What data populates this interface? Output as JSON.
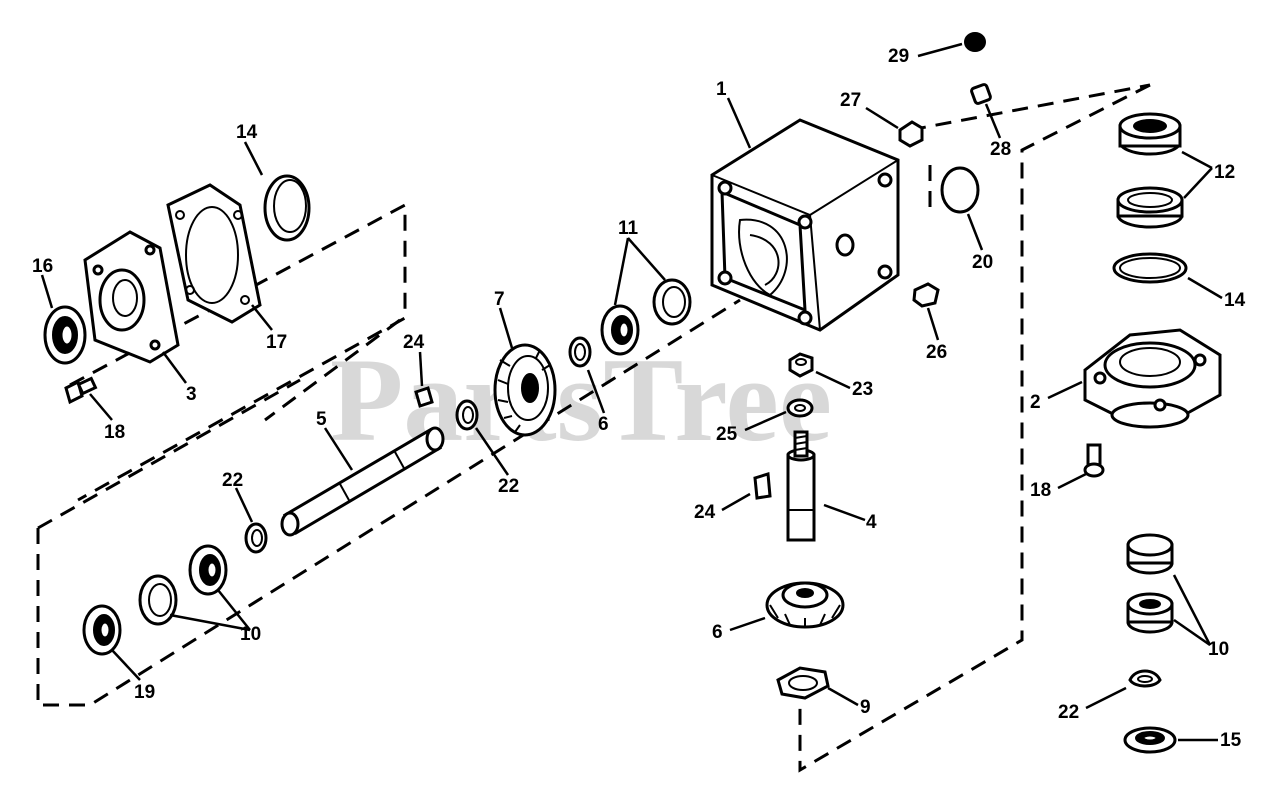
{
  "watermark": "PartsTree",
  "callouts": [
    {
      "id": "c1",
      "label": "1"
    },
    {
      "id": "c2",
      "label": "2"
    },
    {
      "id": "c3",
      "label": "3"
    },
    {
      "id": "c4",
      "label": "4"
    },
    {
      "id": "c5",
      "label": "5"
    },
    {
      "id": "c6a",
      "label": "6"
    },
    {
      "id": "c6b",
      "label": "6"
    },
    {
      "id": "c7",
      "label": "7"
    },
    {
      "id": "c9",
      "label": "9"
    },
    {
      "id": "c10a",
      "label": "10"
    },
    {
      "id": "c10b",
      "label": "10"
    },
    {
      "id": "c11",
      "label": "11"
    },
    {
      "id": "c12",
      "label": "12"
    },
    {
      "id": "c14a",
      "label": "14"
    },
    {
      "id": "c14b",
      "label": "14"
    },
    {
      "id": "c15",
      "label": "15"
    },
    {
      "id": "c16",
      "label": "16"
    },
    {
      "id": "c17",
      "label": "17"
    },
    {
      "id": "c18a",
      "label": "18"
    },
    {
      "id": "c18b",
      "label": "18"
    },
    {
      "id": "c19",
      "label": "19"
    },
    {
      "id": "c20",
      "label": "20"
    },
    {
      "id": "c22a",
      "label": "22"
    },
    {
      "id": "c22b",
      "label": "22"
    },
    {
      "id": "c22c",
      "label": "22"
    },
    {
      "id": "c23",
      "label": "23"
    },
    {
      "id": "c24a",
      "label": "24"
    },
    {
      "id": "c24b",
      "label": "24"
    },
    {
      "id": "c25",
      "label": "25"
    },
    {
      "id": "c26",
      "label": "26"
    },
    {
      "id": "c27",
      "label": "27"
    },
    {
      "id": "c28",
      "label": "28"
    },
    {
      "id": "c29",
      "label": "29"
    }
  ]
}
